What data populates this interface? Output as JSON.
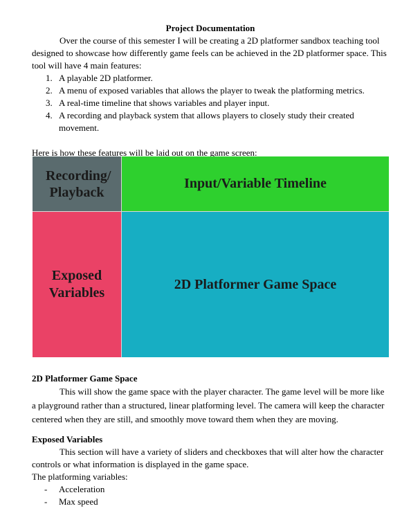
{
  "title": "Project Documentation",
  "intro": "Over the course of this semester I will be creating a 2D platformer sandbox teaching tool designed to showcase how differently game feels can be achieved in the 2D platformer space. This tool will have 4 main features:",
  "features": [
    {
      "num": "1.",
      "text": "A playable 2D platformer."
    },
    {
      "num": "2.",
      "text": "A menu of exposed variables that allows the player to tweak the platforming metrics."
    },
    {
      "num": "3.",
      "text": "A real-time timeline that shows variables and player input."
    },
    {
      "num": "4.",
      "text": "A recording and playback system that allows players to closely study their created movement."
    }
  ],
  "layout_intro": "Here is how these features will be laid out on the game screen:",
  "diagram": {
    "recording": "Recording/ Playback",
    "timeline": "Input/Variable Timeline",
    "exposed": "Exposed Variables",
    "game": "2D Platformer Game Space",
    "colors": {
      "recording": "#5a6b6e",
      "timeline": "#2ed02e",
      "exposed": "#ea4266",
      "game": "#17aec3"
    }
  },
  "section_game": {
    "heading": "2D Platformer Game Space",
    "body": "This will show the game space with the player character. The game level will be more like a playground rather than a structured, linear platforming level. The camera will keep the character centered when they are still, and smoothly move toward them when they are moving."
  },
  "section_exposed": {
    "heading": "Exposed Variables",
    "body": "This section will have a variety of sliders and checkboxes that will alter how the character controls or what information is displayed in the game space.",
    "list_intro": "The platforming variables:",
    "items": [
      "Acceleration",
      "Max speed"
    ]
  }
}
